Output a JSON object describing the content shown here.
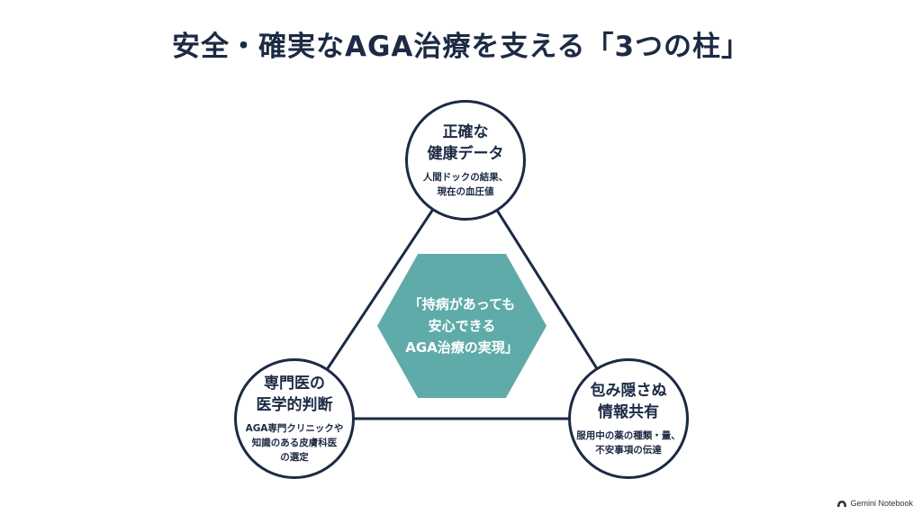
{
  "title": "安全・確実なAGA治療を支える「3つの柱」",
  "center": {
    "lines": [
      "「持病があっても",
      "安心できる",
      "AGA治療の実現」"
    ],
    "color": "#5fabaa"
  },
  "pillars": [
    {
      "heading": [
        "正確な",
        "健康データ"
      ],
      "sub": [
        "人間ドックの結果、",
        "現在の血圧値"
      ]
    },
    {
      "heading": [
        "専門医の",
        "医学的判断"
      ],
      "sub": [
        "AGA専門クリニックや",
        "知識のある皮膚科医",
        "の選定"
      ]
    },
    {
      "heading": [
        "包み隠さぬ",
        "情報共有"
      ],
      "sub": [
        "服用中の薬の種類・量、",
        "不安事項の伝達"
      ]
    }
  ],
  "watermark": {
    "icon": "gemini-notebook-logo-icon",
    "label": "Gemini Notebook"
  },
  "colors": {
    "navy": "#1c2a44",
    "teal": "#5fabaa"
  }
}
